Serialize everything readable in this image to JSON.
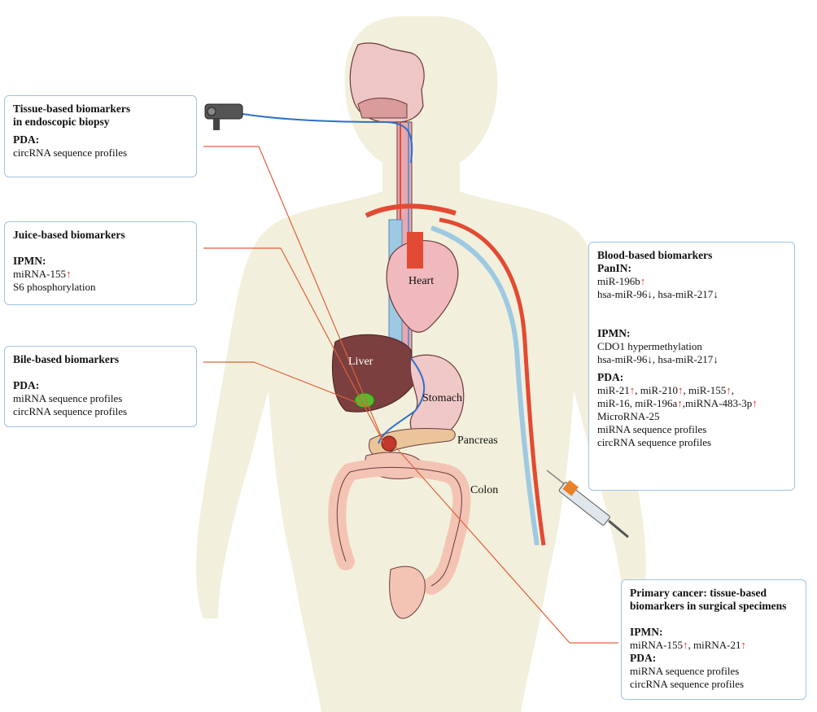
{
  "boxes": {
    "tissue": {
      "title_l1": "Tissue-based biomarkers",
      "title_l2": "in endoscopic biopsy",
      "sub": "PDA:",
      "line": "circRNA sequence profiles"
    },
    "juice": {
      "title": "Juice-based biomarkers",
      "sub": "IPMN:",
      "line1": "miRNA-155",
      "line2": "S6 phosphorylation"
    },
    "bile": {
      "title": "Bile-based biomarkers",
      "sub": "PDA:",
      "line1": "miRNA sequence profiles",
      "line2": "circRNA sequence profiles"
    },
    "blood": {
      "title": "Blood-based biomarkers",
      "panin": "PanIN:",
      "panin_l1": "miR-196b",
      "panin_l2a": "hsa-miR-96",
      "panin_l2b": ", hsa-miR-217",
      "ipmn": "IPMN:",
      "ipmn_l1": "CDO1 hypermethylation",
      "ipmn_l2a": "hsa-miR-96",
      "ipmn_l2b": ", hsa-miR-217",
      "pda": "PDA:",
      "pda_l1a": "miR-21",
      "pda_l1b": ", miR-210",
      "pda_l1c": ", miR-155",
      "pda_l1d": ",",
      "pda_l2a": "miR-16, miR-196a",
      "pda_l2b": ",miRNA-483-3p",
      "pda_l3": "MicroRNA-25",
      "pda_l4": "miRNA sequence profiles",
      "pda_l5": "circRNA sequence profiles"
    },
    "primary": {
      "title_l1": "Primary cancer: tissue-based",
      "title_l2": "biomarkers in surgical specimens",
      "ipmn": "IPMN:",
      "ipmn_l1a": "miRNA-155",
      "ipmn_l1b": ", miRNA-21",
      "pda": "PDA:",
      "pda_l1": "miRNA sequence profiles",
      "pda_l2": "circRNA sequence profiles"
    }
  },
  "arrows": {
    "up": "↑",
    "down": "↓"
  },
  "organs": {
    "heart": "Heart",
    "liver": "Liver",
    "stomach": "Stomach",
    "pancreas": "Pancreas",
    "colon": "Colon"
  },
  "colors": {
    "silhouette": "#f2f0dc",
    "box_border": "#9fc3e4",
    "leader_line": "#e0603a",
    "up_arrow": "#e0332d",
    "artery": "#e34a33",
    "vein": "#9ec9e2",
    "liver": "#7b3f3f",
    "stomach": "#f0c8c8",
    "intestine": "#f3c4b4",
    "endoscope_cable": "#2e6fc9"
  }
}
